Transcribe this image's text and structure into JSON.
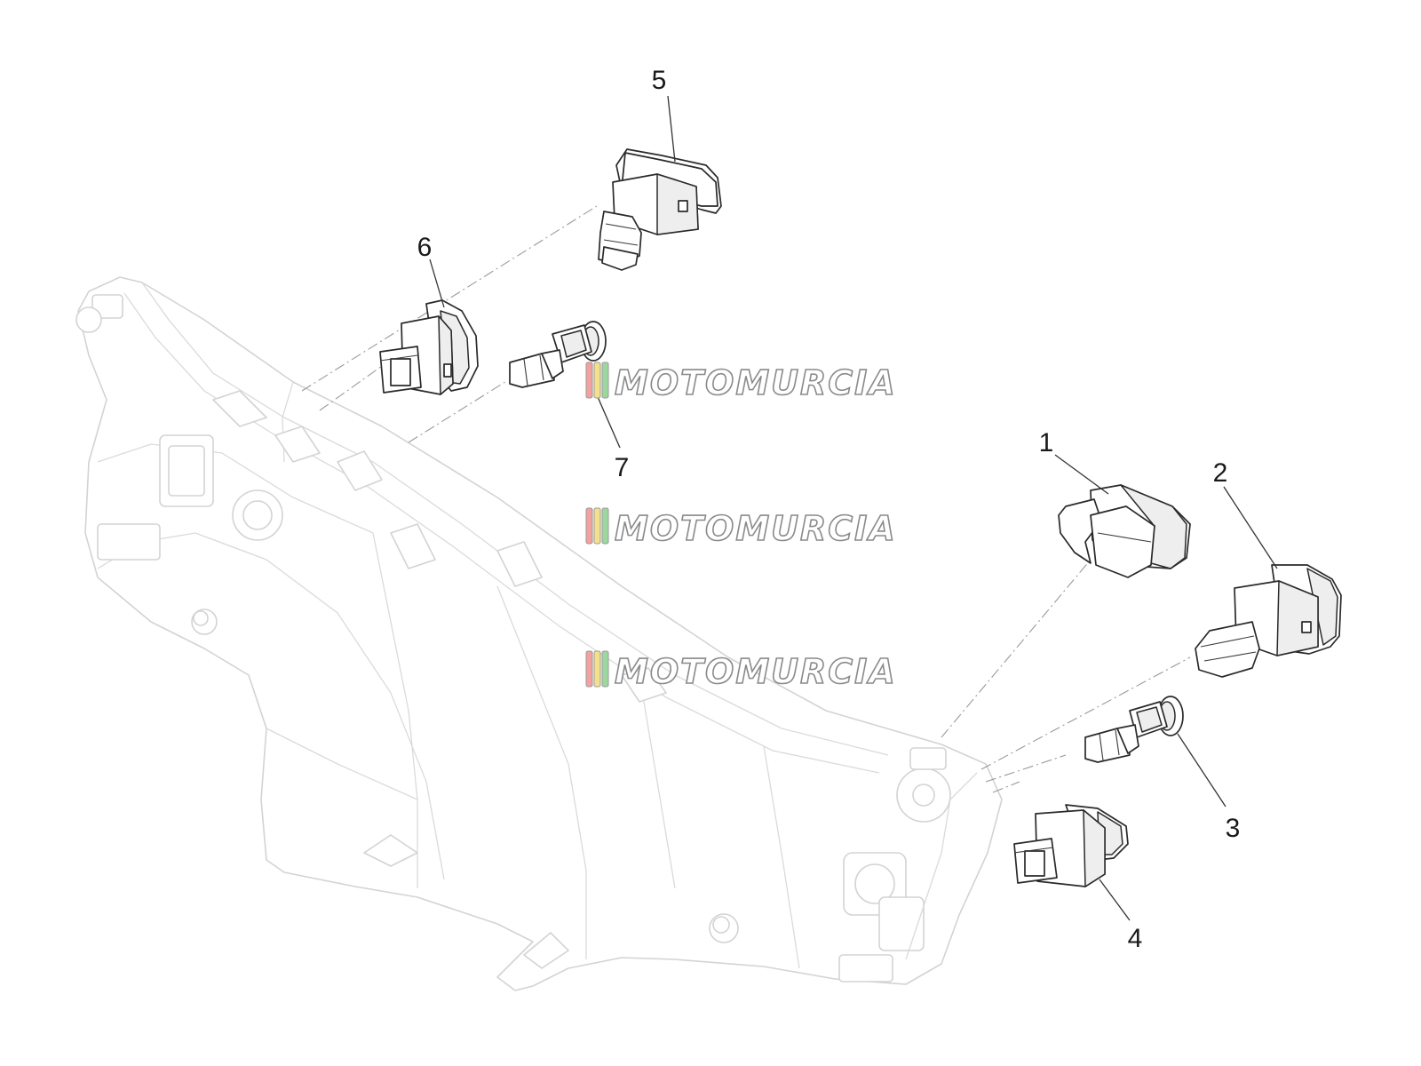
{
  "diagram": {
    "callouts": [
      {
        "id": "1",
        "label": "1"
      },
      {
        "id": "2",
        "label": "2"
      },
      {
        "id": "3",
        "label": "3"
      },
      {
        "id": "4",
        "label": "4"
      },
      {
        "id": "5",
        "label": "5"
      },
      {
        "id": "6",
        "label": "6"
      },
      {
        "id": "7",
        "label": "7"
      }
    ],
    "watermark": {
      "text": "MOTOMURCIA",
      "stripe_colors": [
        "#f2a0a0",
        "#f5e08a",
        "#9ed79e"
      ]
    }
  }
}
